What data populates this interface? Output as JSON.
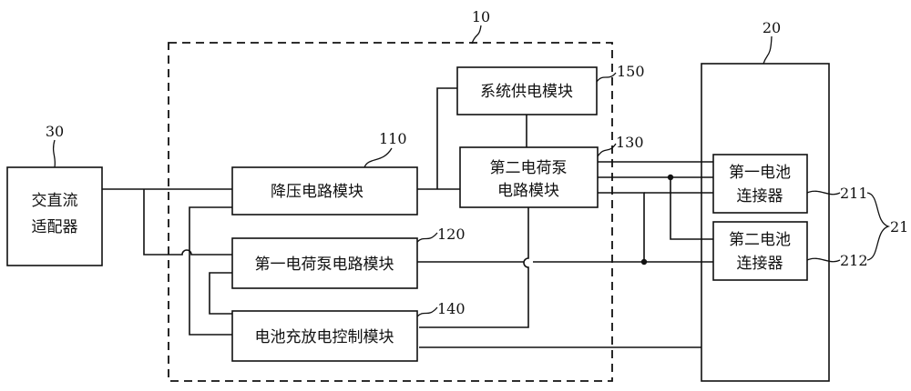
{
  "labels": {
    "adapter_l1": "交直流",
    "adapter_l2": "适配器",
    "buck": "降压电路模块",
    "pump1": "第一电荷泵电路模块",
    "pump2_l1": "第二电荷泵",
    "pump2_l2": "电路模块",
    "bms": "电池充放电控制模块",
    "sys": "系统供电模块",
    "conn1_l1": "第一电池",
    "conn1_l2": "连接器",
    "conn2_l1": "第二电池",
    "conn2_l2": "连接器"
  },
  "refs": {
    "device": "10",
    "battery_pack": "20",
    "adapter": "30",
    "buck": "110",
    "pump1": "120",
    "pump2": "130",
    "bms": "140",
    "sys": "150",
    "connectors": "21",
    "conn1": "211",
    "conn2": "212"
  }
}
